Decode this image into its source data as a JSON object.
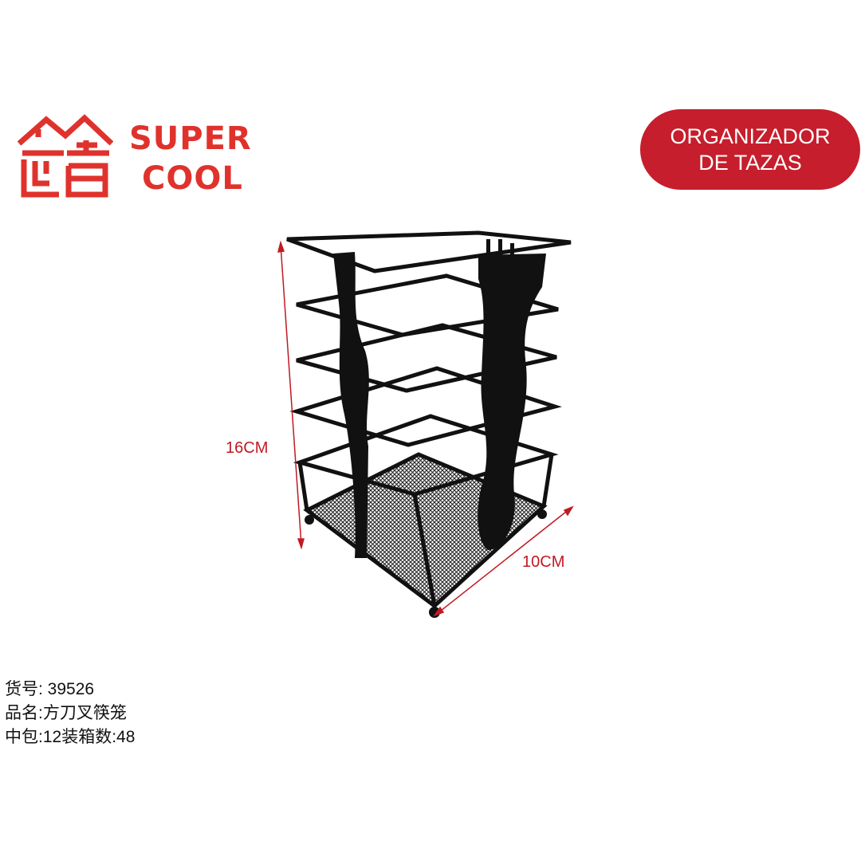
{
  "brand": {
    "logo_text": [
      "SUPER",
      "COOL"
    ],
    "logo_color": "#e0322c"
  },
  "badge": {
    "line1": "ORGANIZADOR",
    "line2": "DE TAZAS",
    "color": "#c61e2c"
  },
  "dimensions": {
    "height": "16CM",
    "width": "10CM",
    "line_color": "#c01a23"
  },
  "info": {
    "item_no": "货号: 39526",
    "name": "品名:方刀叉筷笼",
    "packing": "中包:12装箱数:48"
  }
}
